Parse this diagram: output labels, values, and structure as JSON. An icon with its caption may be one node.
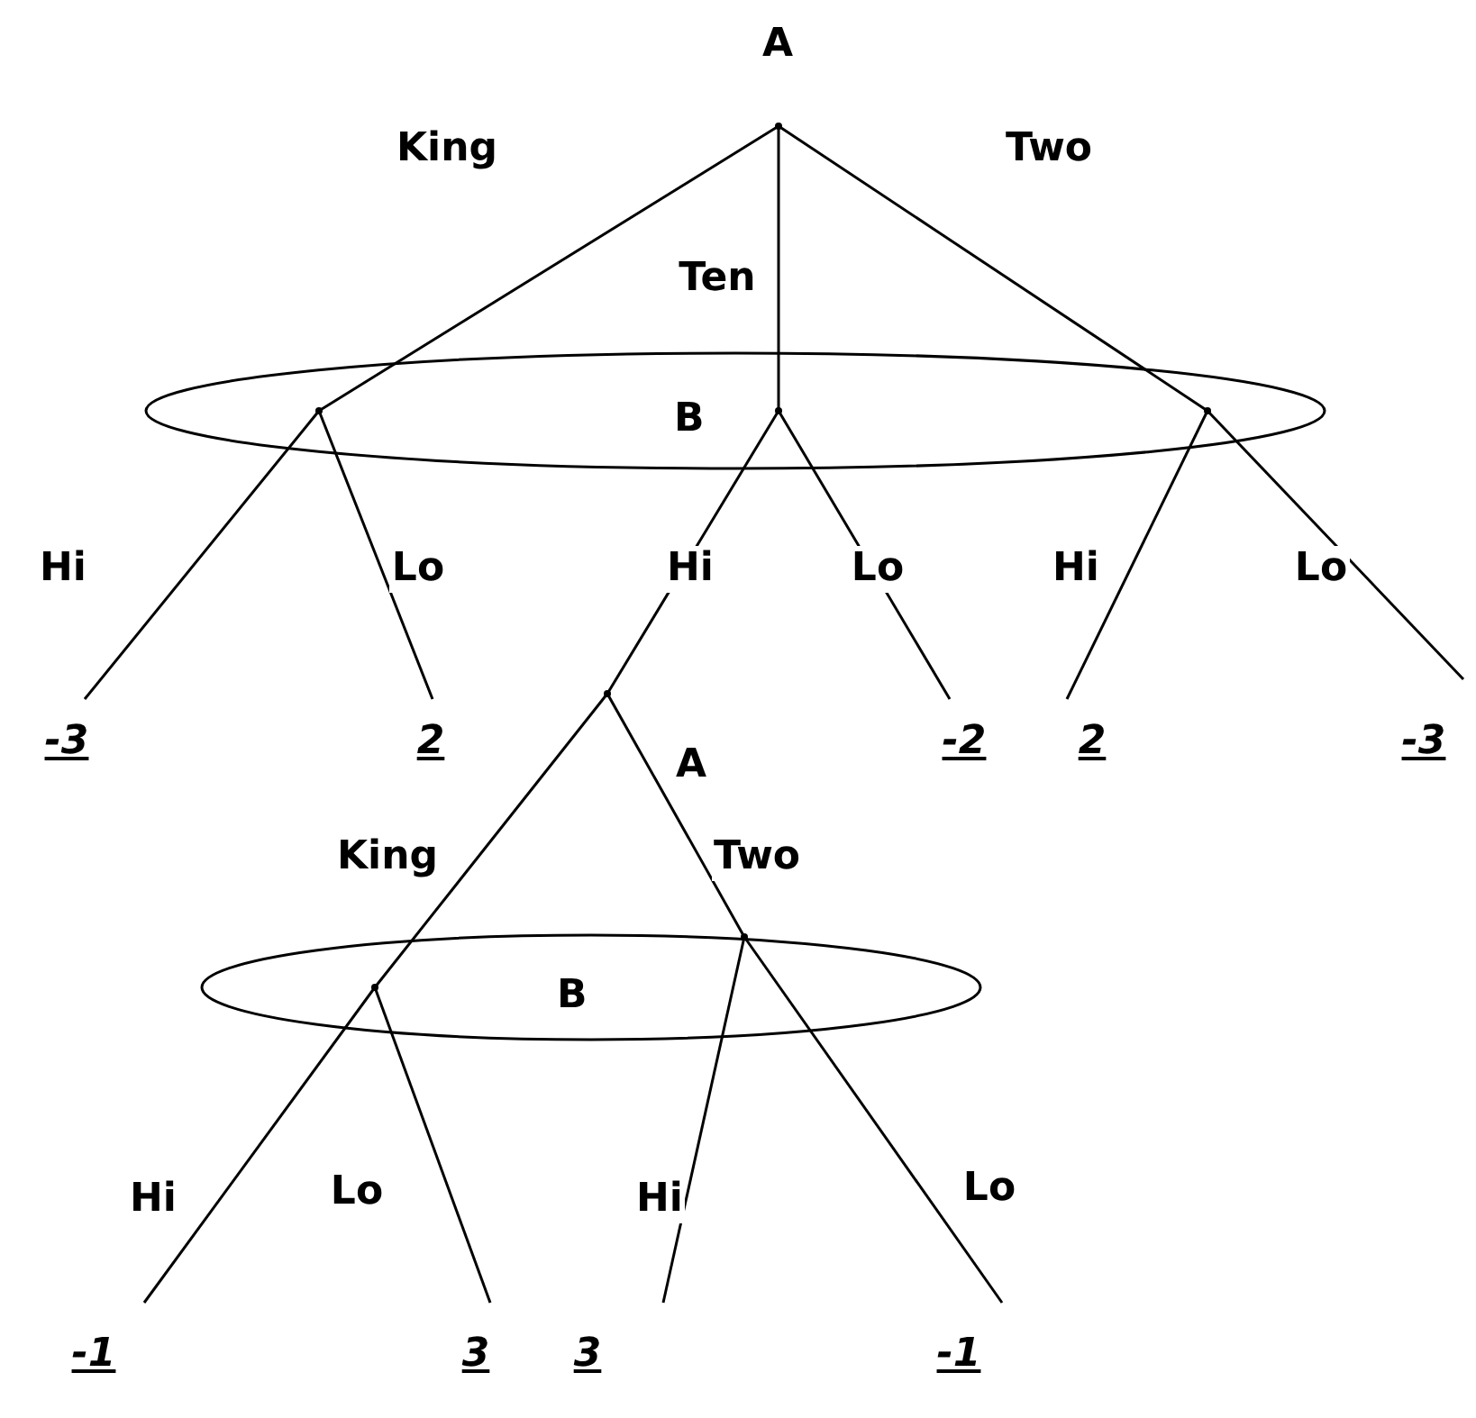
{
  "diagram": {
    "nodes": [
      {
        "text": [],
        "shape": "point",
        "beside": [
          "A"
        ]
      },
      {
        "text": [
          "B"
        ]
      },
      {
        "text": [],
        "shape": "point",
        "in": 1
      },
      {
        "text": [],
        "shape": "point",
        "in": 1
      },
      {
        "text": [],
        "shape": "point",
        "in": 1
      },
      {
        "text": [
          "-3"
        ]
      },
      {
        "text": [
          "2"
        ]
      },
      {
        "text": [],
        "shape": "point",
        "beside": [
          "A"
        ]
      },
      {
        "text": [
          "-2"
        ]
      },
      {
        "text": [
          "2"
        ]
      },
      {
        "text": [
          "-3"
        ]
      },
      {
        "text": [
          "B"
        ]
      },
      {
        "text": [],
        "shape": "point",
        "in": 11
      },
      {
        "text": [],
        "shape": "point",
        "in": 11
      },
      {
        "text": [
          "-1"
        ]
      },
      {
        "text": [
          "3"
        ]
      },
      {
        "text": [
          "3"
        ]
      },
      {
        "text": [
          "-1"
        ]
      }
    ],
    "edges": [
      {
        "from": 0,
        "to": 2,
        "arrow": "none",
        "label": "King"
      },
      {
        "from": 0,
        "to": 3,
        "arrow": "none",
        "label": "Ten"
      },
      {
        "from": 0,
        "to": 4,
        "arrow": "none",
        "label": "Two"
      },
      {
        "from": 2,
        "to": 5,
        "arrow": "none",
        "label": "Hi"
      },
      {
        "from": 2,
        "to": 6,
        "arrow": "none",
        "label": "Lo"
      },
      {
        "from": 3,
        "to": 7,
        "arrow": "none",
        "label": "Hi"
      },
      {
        "from": 3,
        "to": 8,
        "arrow": "none",
        "label": "Lo"
      },
      {
        "from": 4,
        "to": 9,
        "arrow": "none",
        "label": "Hi"
      },
      {
        "from": 4,
        "to": 10,
        "arrow": "none",
        "label": "Lo"
      },
      {
        "from": 7,
        "to": 12,
        "arrow": "none",
        "label": "King"
      },
      {
        "from": 7,
        "to": 13,
        "arrow": "none",
        "label": "Two"
      },
      {
        "from": 12,
        "to": 14,
        "arrow": "none",
        "label": "Hi"
      },
      {
        "from": 12,
        "to": 15,
        "arrow": "none",
        "label": "Lo"
      },
      {
        "from": 13,
        "to": 16,
        "arrow": "none",
        "label": "Hi"
      },
      {
        "from": 13,
        "to": 17,
        "arrow": "none",
        "label": "Lo"
      }
    ]
  }
}
